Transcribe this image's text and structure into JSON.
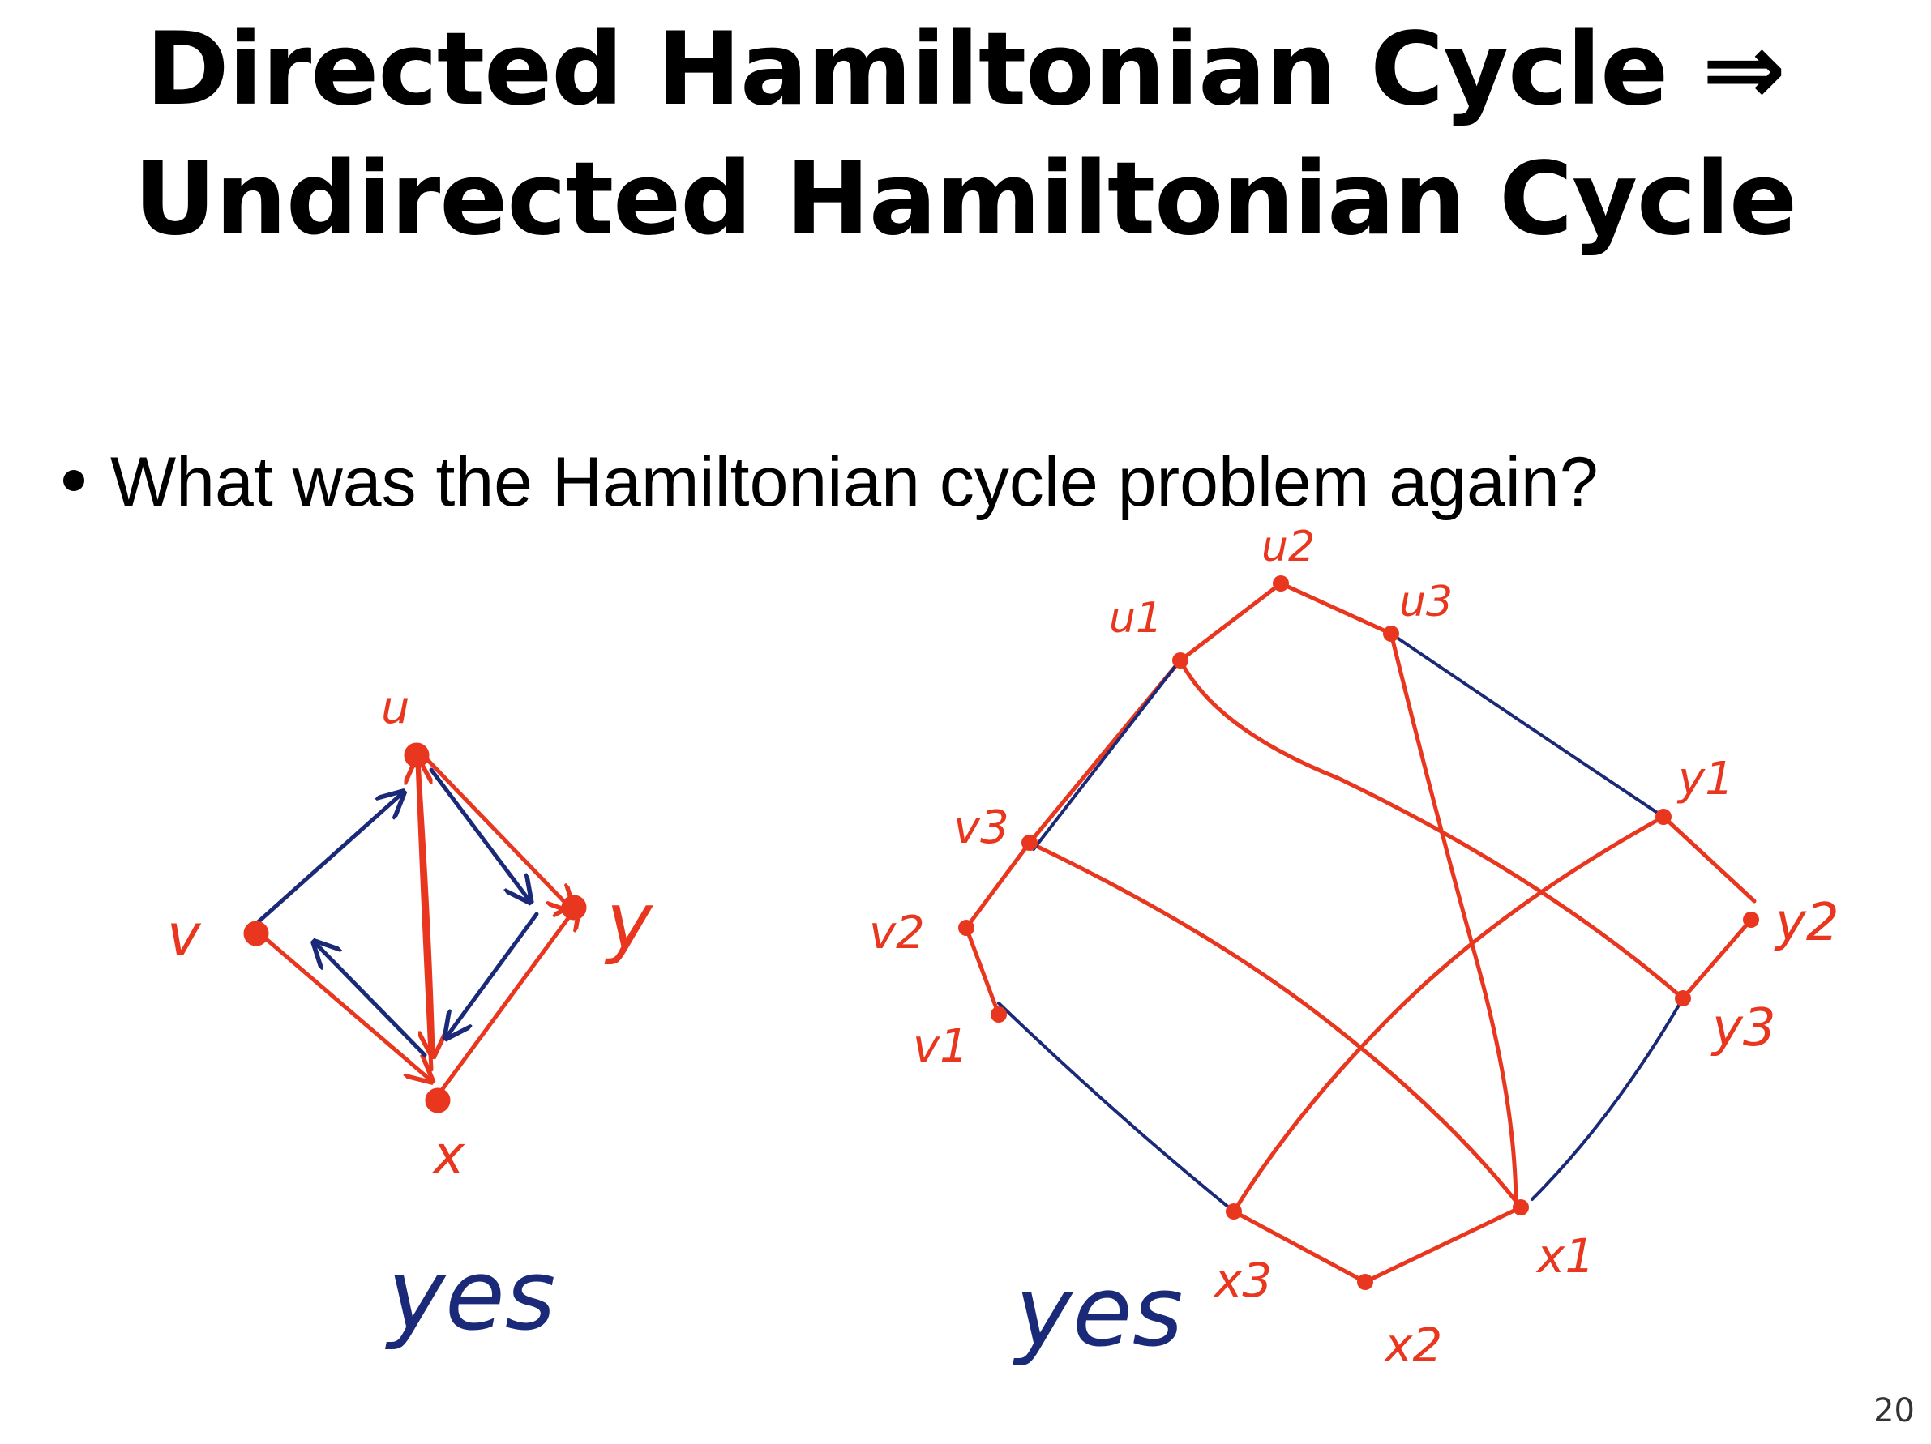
{
  "title": {
    "line1": "Directed Hamiltonian Cycle ⇒",
    "line2": "Undirected Hamiltonian Cycle"
  },
  "bullet": {
    "text": "What was the Hamiltonian cycle problem again?"
  },
  "colors": {
    "red_ink": "#e8361f",
    "blue_ink": "#1b2a78",
    "text": "#000000"
  },
  "directed_graph": {
    "vertices": {
      "u": "u",
      "v": "v",
      "y": "y",
      "x": "x"
    },
    "answer": "yes"
  },
  "undirected_graph": {
    "vertices": {
      "u1": "u1",
      "u2": "u2",
      "u3": "u3",
      "v1": "v1",
      "v2": "v2",
      "v3": "v3",
      "x1": "x1",
      "x2": "x2",
      "x3": "x3",
      "y1": "y1",
      "y2": "y2",
      "y3": "y3"
    },
    "answer": "yes"
  },
  "page_number": "20"
}
